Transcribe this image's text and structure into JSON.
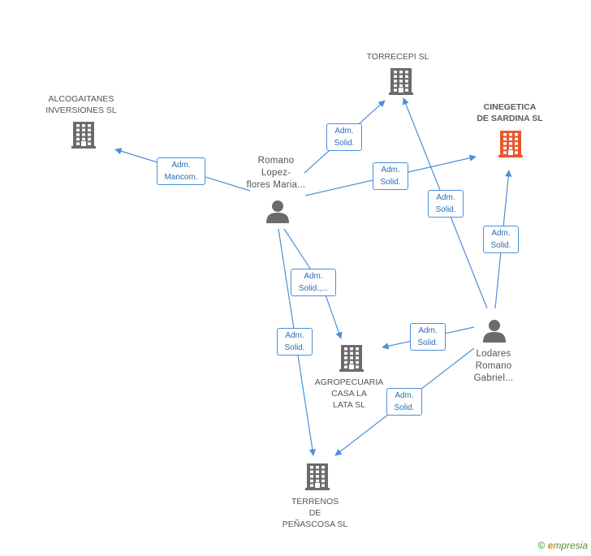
{
  "colors": {
    "edge": "#4a90d9",
    "company": "#6b6b6b",
    "focus_company": "#e8582c",
    "person": "#6b6b6b"
  },
  "nodes": {
    "torrecepi": {
      "label": "TORRECEPI SL",
      "icon": "building-icon"
    },
    "alcogaitanes": {
      "label": "ALCOGAITANES\nINVERSIONES SL",
      "icon": "building-icon"
    },
    "cinegetica": {
      "label": "CINEGETICA\nDE SARDINA SL",
      "icon": "building-icon"
    },
    "agropecuaria": {
      "label": "AGROPECUARIA\nCASA LA\nLATA SL",
      "icon": "building-icon"
    },
    "terrenos": {
      "label": "TERRENOS\nDE\nPEÑASCOSA SL",
      "icon": "building-icon"
    },
    "romano": {
      "label": "Romano\nLopez-\nflores Maria...",
      "icon": "person-icon"
    },
    "lodares": {
      "label": "Lodares\nRomano\nGabriel...",
      "icon": "person-icon"
    }
  },
  "edges": [
    {
      "id": "e1",
      "label": "Adm.\nMancom."
    },
    {
      "id": "e2",
      "label": "Adm.\nSolid."
    },
    {
      "id": "e3",
      "label": "Adm.\nSolid."
    },
    {
      "id": "e4",
      "label": "Adm.\nSolid.,..."
    },
    {
      "id": "e5",
      "label": "Adm.\nSolid."
    },
    {
      "id": "e6",
      "label": "Adm.\nSolid."
    },
    {
      "id": "e7",
      "label": "Adm.\nSolid."
    },
    {
      "id": "e8",
      "label": "Adm.\nSolid."
    },
    {
      "id": "e9",
      "label": "Adm.\nSolid."
    }
  ],
  "footer": {
    "copyright": "©",
    "brand_e": "e",
    "brand_rest": "mpresia"
  }
}
